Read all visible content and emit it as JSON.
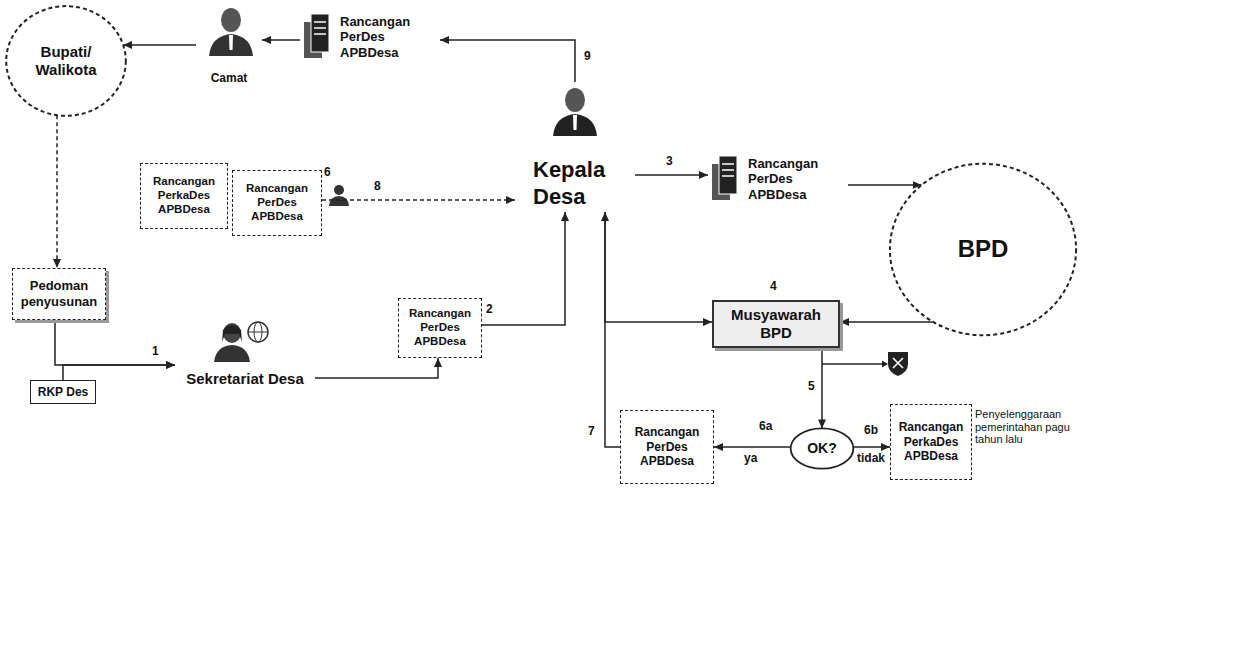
{
  "diagram": {
    "nodes": [
      {
        "text": [
          "Bupati/ Walikota"
        ]
      },
      {
        "text": [
          "Camat"
        ]
      },
      {
        "text": [
          "Rancangan PerDes APBDesa"
        ]
      },
      {
        "text": [
          "Kepala Desa"
        ]
      },
      {
        "text": [
          "Rancangan PerkaDes APBDesa"
        ]
      },
      {
        "text": [
          "Rancangan PerDes APBDesa"
        ]
      },
      {
        "text": [
          "Rancangan PerDes APBDesa"
        ]
      },
      {
        "text": [
          "BPD"
        ]
      },
      {
        "text": [
          "Pedoman penyusunan"
        ]
      },
      {
        "text": [
          "Rancangan PerDes APBDesa"
        ]
      },
      {
        "text": [
          "Musyawarah BPD"
        ]
      },
      {
        "text": [
          "Sekretariat Desa"
        ]
      },
      {
        "text": [
          "RKP Des"
        ]
      },
      {
        "text": [
          "Rancangan PerDes APBDesa"
        ]
      },
      {
        "text": [
          "OK?"
        ]
      },
      {
        "text": [
          "Rancangan PerkaDes APBDesa"
        ]
      }
    ],
    "edges": [
      {
        "from": 3,
        "to": 2,
        "arrow": "to",
        "label": "9"
      },
      {
        "from": 2,
        "to": 1,
        "arrow": "to"
      },
      {
        "from": 1,
        "to": 0,
        "arrow": "to"
      },
      {
        "from": 0,
        "to": 8,
        "arrow": "to"
      },
      {
        "from": 5,
        "to": 3,
        "arrow": "to",
        "label": "8"
      },
      {
        "from": 3,
        "to": 6,
        "arrow": "to",
        "label": "3"
      },
      {
        "from": 6,
        "to": 7,
        "arrow": "to"
      },
      {
        "from": 7,
        "to": 10,
        "arrow": "to"
      },
      {
        "from": 3,
        "to": 10,
        "arrow": "to"
      },
      {
        "from": 8,
        "to": 11,
        "arrow": "to",
        "label": "1"
      },
      {
        "from": 12,
        "to": 11,
        "arrow": "to"
      },
      {
        "from": 11,
        "to": 9,
        "arrow": "to"
      },
      {
        "from": 9,
        "to": 3,
        "arrow": "to",
        "label": "2"
      },
      {
        "from": 10,
        "to": 14,
        "arrow": "to",
        "label": "5"
      },
      {
        "from": 14,
        "to": 13,
        "arrow": "to",
        "label": "ya"
      },
      {
        "from": 14,
        "to": 15,
        "arrow": "to",
        "label": "tidak"
      },
      {
        "from": 13,
        "to": 3,
        "arrow": "to",
        "label": "7"
      }
    ],
    "labels": [
      "6",
      "4",
      "6a",
      "6b",
      "Penyelenggaraan pemerintahan pagu tahun lalu"
    ]
  }
}
